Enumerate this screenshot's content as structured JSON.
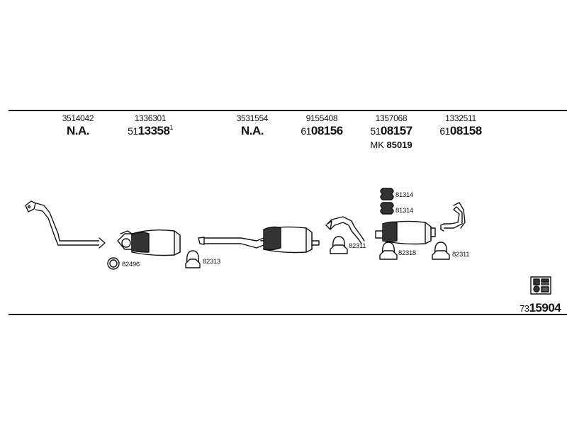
{
  "columns": [
    {
      "ref": "3514042",
      "code": "N.A.",
      "code_prefix": "",
      "code_main": "",
      "superscript": ""
    },
    {
      "ref": "1336301",
      "code": "",
      "code_prefix": "51",
      "code_main": "13358",
      "superscript": "1"
    },
    {
      "ref": "3531554",
      "code": "N.A.",
      "code_prefix": "",
      "code_main": "",
      "superscript": ""
    },
    {
      "ref": "9155408",
      "code": "",
      "code_prefix": "61",
      "code_main": "08156",
      "superscript": ""
    },
    {
      "ref": "1357068",
      "code": "",
      "code_prefix": "51",
      "code_main": "08157",
      "superscript": "",
      "mk_prefix": "MK",
      "mk_main": "85019"
    },
    {
      "ref": "1332511",
      "code": "",
      "code_prefix": "61",
      "code_main": "08158",
      "superscript": ""
    }
  ],
  "part_labels": {
    "gasket": "82496",
    "clamp_1": "82313",
    "clamp_2": "82311",
    "rubber_1": "81314",
    "rubber_2": "81314",
    "clamp_3": "82318",
    "clamp_4": "82311"
  },
  "footer": {
    "prefix": "73",
    "main": "15904"
  },
  "icon": "manual-book-icon"
}
